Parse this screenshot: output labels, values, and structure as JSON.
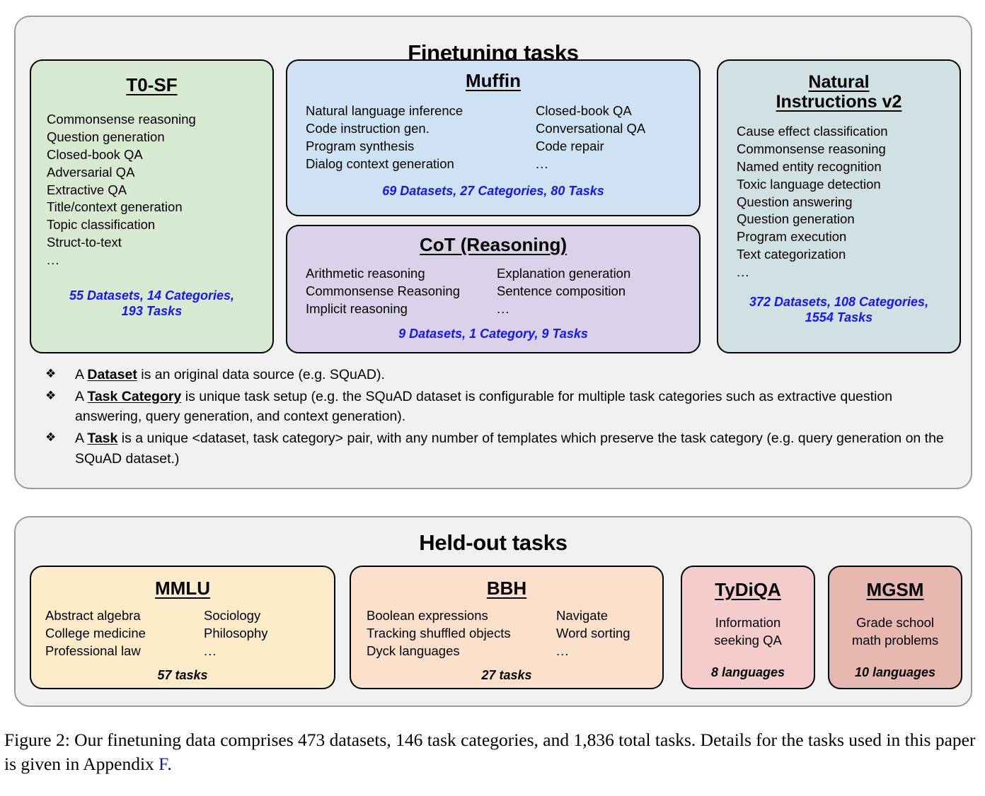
{
  "figure": {
    "finetuning_panel": {
      "title": "Finetuning tasks",
      "cards": [
        {
          "name": "t0sf",
          "title": "T0-SF",
          "color": "#d9ead3",
          "items": [
            "Commonsense reasoning",
            "Question generation",
            "Closed-book QA",
            "Adversarial QA",
            "Extractive QA",
            "Title/context generation",
            "Topic classification",
            "Struct-to-text"
          ],
          "ellipsis": "...",
          "stat_lines": [
            "55 Datasets, 14 Categories,",
            "193 Tasks"
          ],
          "stat_color": "#1414ff"
        },
        {
          "name": "muffin",
          "title": "Muffin",
          "color": "#cfe2f3",
          "col_left": [
            "Natural language inference",
            "Code instruction gen.",
            "Program synthesis",
            "Dialog context generation"
          ],
          "col_right": [
            "Closed-book QA",
            "Conversational QA",
            "Code repair",
            "..."
          ],
          "stat_lines": [
            "69 Datasets, 27 Categories, 80 Tasks"
          ],
          "stat_color": "#1414ff"
        },
        {
          "name": "cot",
          "title": "CoT (Reasoning)",
          "color": "#d9d2e9",
          "col_left": [
            "Arithmetic reasoning",
            "Commonsense Reasoning",
            "Implicit reasoning"
          ],
          "col_right": [
            "Explanation generation",
            "Sentence composition",
            "..."
          ],
          "stat_lines": [
            "9 Datasets, 1 Category, 9 Tasks"
          ],
          "stat_color": "#1414ff"
        },
        {
          "name": "niv2",
          "title_line1": "Natural",
          "title_line2": "Instructions v2",
          "color": "#d0e0e3",
          "items": [
            "Cause effect classification",
            "Commonsense reasoning",
            "Named entity recognition",
            "Toxic language detection",
            "Question answering",
            "Question generation",
            "Program execution",
            "Text categorization"
          ],
          "ellipsis": "...",
          "stat_lines": [
            "372 Datasets, 108 Categories,",
            "1554 Tasks"
          ],
          "stat_color": "#1414ff"
        }
      ],
      "definitions": [
        {
          "bullet": "❖",
          "prefix": "A ",
          "term": "Dataset",
          "suffix": " is an original data source (e.g. SQuAD)."
        },
        {
          "bullet": "❖",
          "prefix": "A ",
          "term": "Task Category",
          "suffix": " is unique task setup (e.g. the SQuAD dataset is configurable for multiple task categories such as extractive question answering, query generation, and context generation)."
        },
        {
          "bullet": "❖",
          "prefix": "A ",
          "term": "Task",
          "suffix": " is a unique <dataset, task category> pair, with any number of templates which preserve the task category (e.g. query generation on the SQuAD dataset.)"
        }
      ]
    },
    "heldout_panel": {
      "title": "Held-out tasks",
      "cards": [
        {
          "name": "mmlu",
          "title": "MMLU",
          "color": "#fcecc9",
          "col_left": [
            "Abstract algebra",
            "College medicine",
            "Professional law"
          ],
          "col_right": [
            "Sociology",
            "Philosophy",
            "..."
          ],
          "stat_lines": [
            "57 tasks"
          ],
          "stat_color": "#000000"
        },
        {
          "name": "bbh",
          "title": "BBH",
          "color": "#fbe0cb",
          "col_left": [
            "Boolean expressions",
            "Tracking shuffled objects",
            "Dyck languages"
          ],
          "col_right": [
            "Navigate",
            "Word sorting",
            "..."
          ],
          "stat_lines": [
            "27 tasks"
          ],
          "stat_color": "#000000"
        },
        {
          "name": "tydiqa",
          "title": "TyDiQA",
          "color": "#f4cccc",
          "centered_lines": [
            "Information",
            "seeking QA"
          ],
          "stat_lines": [
            "8 languages"
          ],
          "stat_color": "#000000"
        },
        {
          "name": "mgsm",
          "title": "MGSM",
          "color": "#e6b8b0",
          "centered_lines": [
            "Grade school",
            "math problems"
          ],
          "stat_lines": [
            "10 languages"
          ],
          "stat_color": "#000000"
        }
      ]
    },
    "caption": {
      "part1": "Figure 2: Our finetuning data comprises 473 datasets, 146 task categories, and 1,836 total tasks. Details for the tasks used in this paper is given in Appendix ",
      "reference": "F",
      "part2": "."
    }
  }
}
